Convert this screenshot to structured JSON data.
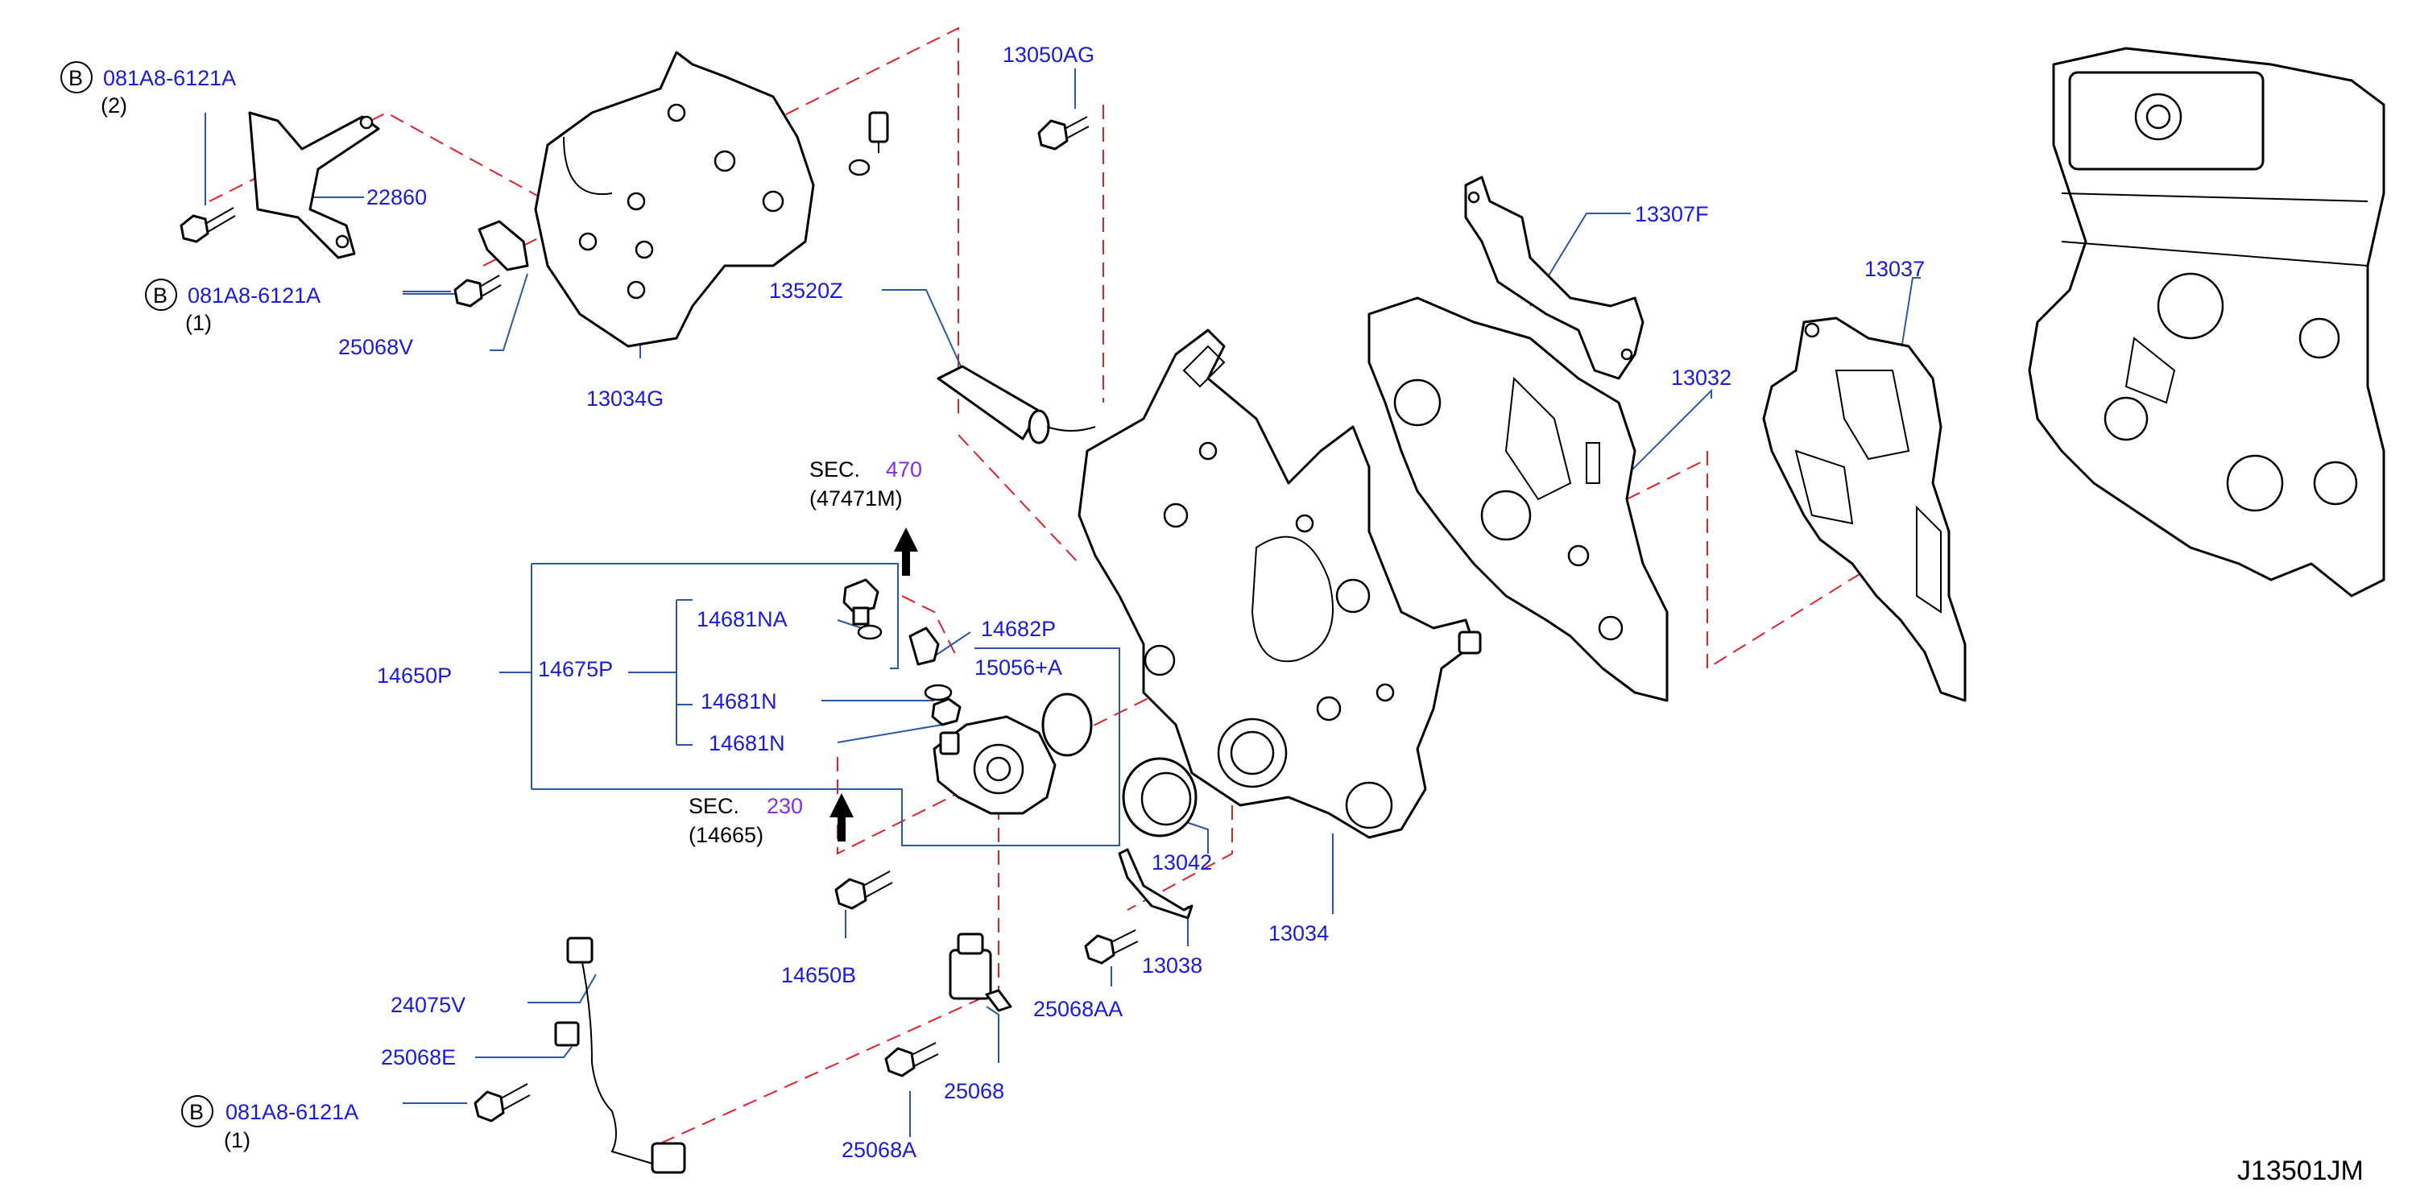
{
  "diagram_id": "J13501JM",
  "colors": {
    "label": "#1a1adb",
    "callout_line": "#2a57a8",
    "dashed_line": "#e0202a",
    "section_number": "#8a2be2"
  },
  "callouts": {
    "b_top": {
      "badge": "B",
      "part": "081A8-6121A",
      "qty": "(2)"
    },
    "b_mid": {
      "badge": "B",
      "part": "081A8-6121A",
      "qty": "(1)"
    },
    "b_bot": {
      "badge": "B",
      "part": "081A8-6121A",
      "qty": "(1)"
    },
    "p22860": "22860",
    "p25068V": "25068V",
    "p13034G": "13034G",
    "p13050AG": "13050AG",
    "p13520Z": "13520Z",
    "p13307F": "13307F",
    "p13032": "13032",
    "p13037": "13037",
    "sec470": {
      "prefix": "SEC.",
      "number": "470",
      "sub": "(47471M)"
    },
    "sec230": {
      "prefix": "SEC.",
      "number": "230",
      "sub": "(14665)"
    },
    "p14650P": "14650P",
    "p14675P": "14675P",
    "p14681NA": "14681NA",
    "p14681N_a": "14681N",
    "p14681N_b": "14681N",
    "p14682P": "14682P",
    "p15056A": "15056+A",
    "p13042": "13042",
    "p13038": "13038",
    "p13034": "13034",
    "p14650B": "14650B",
    "p25068AA": "25068AA",
    "p24075V": "24075V",
    "p25068E": "25068E",
    "p25068": "25068",
    "p25068A": "25068A"
  }
}
